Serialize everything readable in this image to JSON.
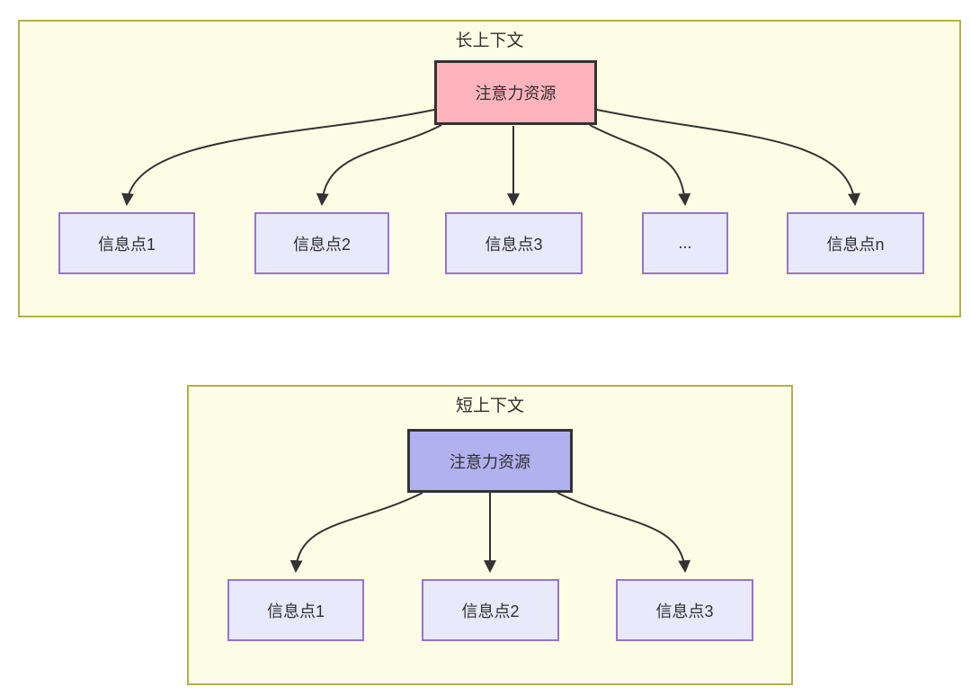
{
  "long_context": {
    "title": "长上下文",
    "attention": "注意力资源",
    "items": [
      "信息点1",
      "信息点2",
      "信息点3",
      "...",
      "信息点n"
    ]
  },
  "short_context": {
    "title": "短上下文",
    "attention": "注意力资源",
    "items": [
      "信息点1",
      "信息点2",
      "信息点3"
    ]
  },
  "colors": {
    "page_bg": "#ffffff",
    "container_fill": "#fdfde5",
    "container_border": "#b1b14b",
    "attention_long_fill": "#ffb3bd",
    "attention_short_fill": "#b1b1ef",
    "attention_border": "#333333",
    "info_fill": "#e9e9fc",
    "info_border": "#9673d2",
    "arrow": "#333333",
    "text": "#2f2f2f"
  }
}
